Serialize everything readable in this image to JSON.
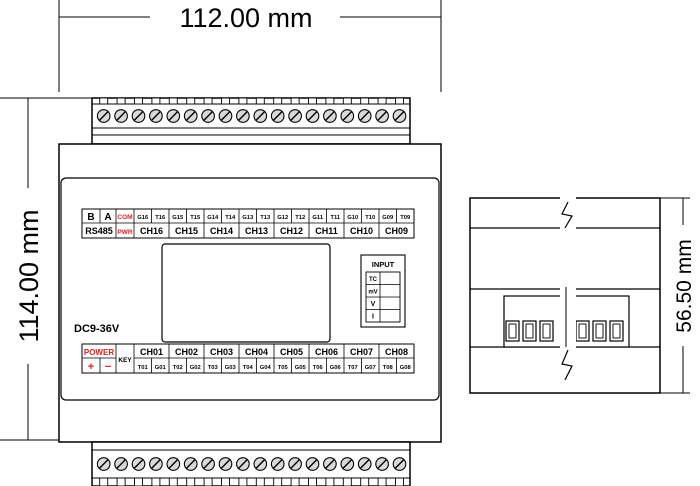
{
  "dimensions": {
    "width": "112.00 mm",
    "height": "114.00 mm",
    "depth": "56.50 mm"
  },
  "top_labels": {
    "b": "B",
    "a": "A",
    "com": "COM",
    "rs485": "RS485",
    "pwr": "PWR",
    "terminals": [
      "G16",
      "T16",
      "G15",
      "T15",
      "G14",
      "T14",
      "G13",
      "T13",
      "G12",
      "T12",
      "G11",
      "T11",
      "G10",
      "T10",
      "G09",
      "T09"
    ],
    "channels": [
      "CH16",
      "CH15",
      "CH14",
      "CH13",
      "CH12",
      "CH11",
      "CH10",
      "CH09"
    ]
  },
  "input_box": {
    "title": "INPUT",
    "rows": [
      "TC",
      "mV",
      "V",
      "I"
    ]
  },
  "model_voltage": "DC9-36V",
  "bottom_labels": {
    "power": "POWER",
    "plus": "+",
    "minus": "−",
    "key": "KEY",
    "channels": [
      "CH01",
      "CH02",
      "CH03",
      "CH04",
      "CH05",
      "CH06",
      "CH07",
      "CH08"
    ],
    "terminals": [
      "T01",
      "G01",
      "T02",
      "G02",
      "T03",
      "G03",
      "T04",
      "G04",
      "T05",
      "G05",
      "T06",
      "G06",
      "T07",
      "G07",
      "T08",
      "G08"
    ]
  },
  "colors": {
    "red_label": "#e0201c",
    "screw_fill": "#d9d9d9"
  }
}
